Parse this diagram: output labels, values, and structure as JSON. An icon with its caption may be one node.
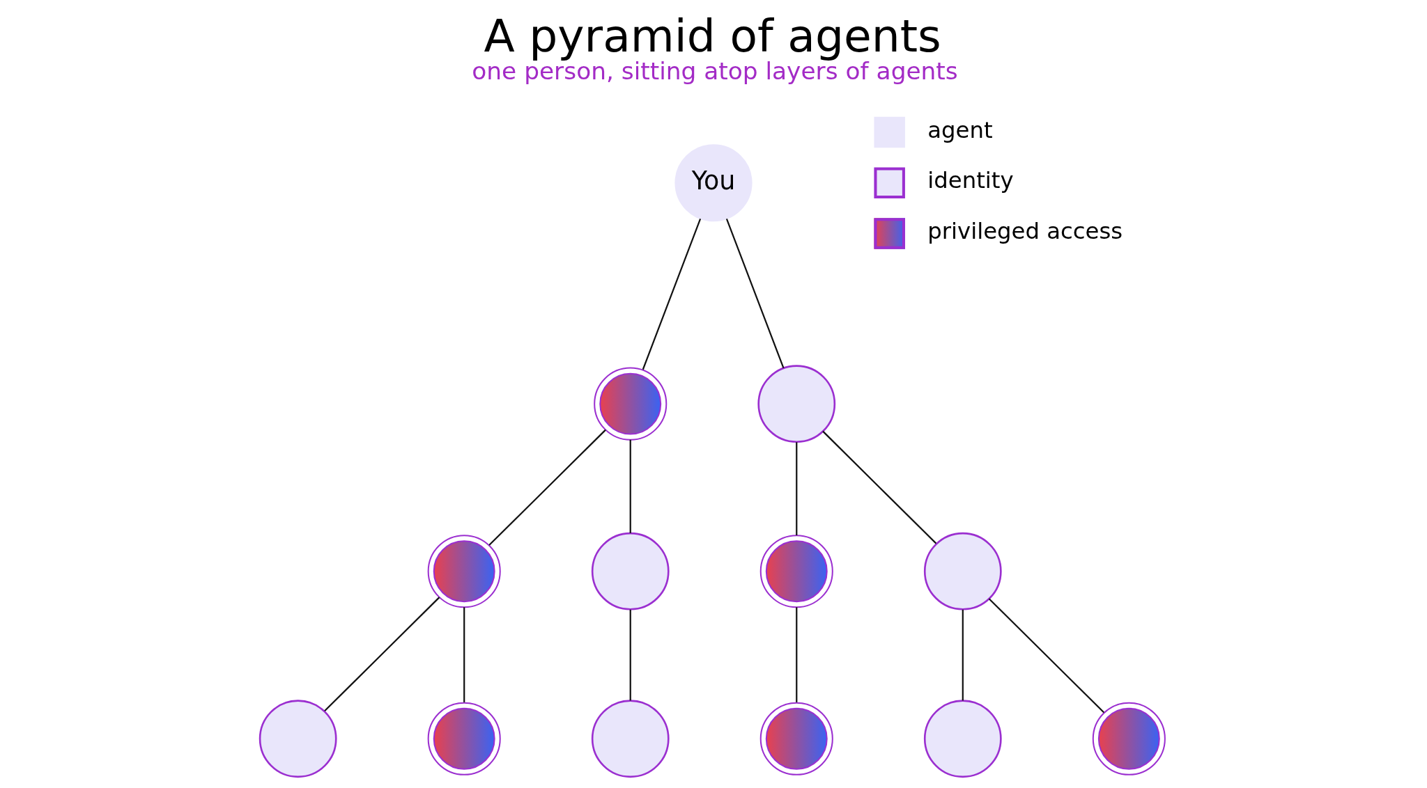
{
  "diagram": {
    "title": "A pyramid of agents",
    "caption": "one person, sitting atop layers of agents",
    "nodes": [
      {
        "text": [
          "You"
        ]
      },
      {
        "text": [],
        "shape": "circle"
      },
      {
        "text": [],
        "shape": "circle"
      },
      {
        "text": [],
        "shape": "circle"
      },
      {
        "text": [],
        "shape": "circle"
      },
      {
        "text": [],
        "shape": "circle"
      },
      {
        "text": [],
        "shape": "circle"
      },
      {
        "text": [],
        "shape": "circle"
      },
      {
        "text": [],
        "shape": "circle"
      },
      {
        "text": [],
        "shape": "circle"
      },
      {
        "text": [],
        "shape": "circle"
      },
      {
        "text": [],
        "shape": "circle"
      },
      {
        "text": [],
        "shape": "circle"
      }
    ],
    "edges": [
      {
        "from": 0,
        "to": 1,
        "arrow": "none"
      },
      {
        "from": 0,
        "to": 2,
        "arrow": "none"
      },
      {
        "from": 1,
        "to": 3,
        "arrow": "none"
      },
      {
        "from": 1,
        "to": 4,
        "arrow": "none"
      },
      {
        "from": 2,
        "to": 5,
        "arrow": "none"
      },
      {
        "from": 2,
        "to": 6,
        "arrow": "none"
      },
      {
        "from": 3,
        "to": 7,
        "arrow": "none"
      },
      {
        "from": 3,
        "to": 8,
        "arrow": "none"
      },
      {
        "from": 4,
        "to": 9,
        "arrow": "none"
      },
      {
        "from": 5,
        "to": 10,
        "arrow": "none"
      },
      {
        "from": 6,
        "to": 11,
        "arrow": "none"
      },
      {
        "from": 6,
        "to": 12,
        "arrow": "none"
      }
    ],
    "legend": [
      {
        "text": "agent",
        "color": "#e9e6fb"
      },
      {
        "text": "identity"
      },
      {
        "text": "privileged access"
      }
    ]
  }
}
